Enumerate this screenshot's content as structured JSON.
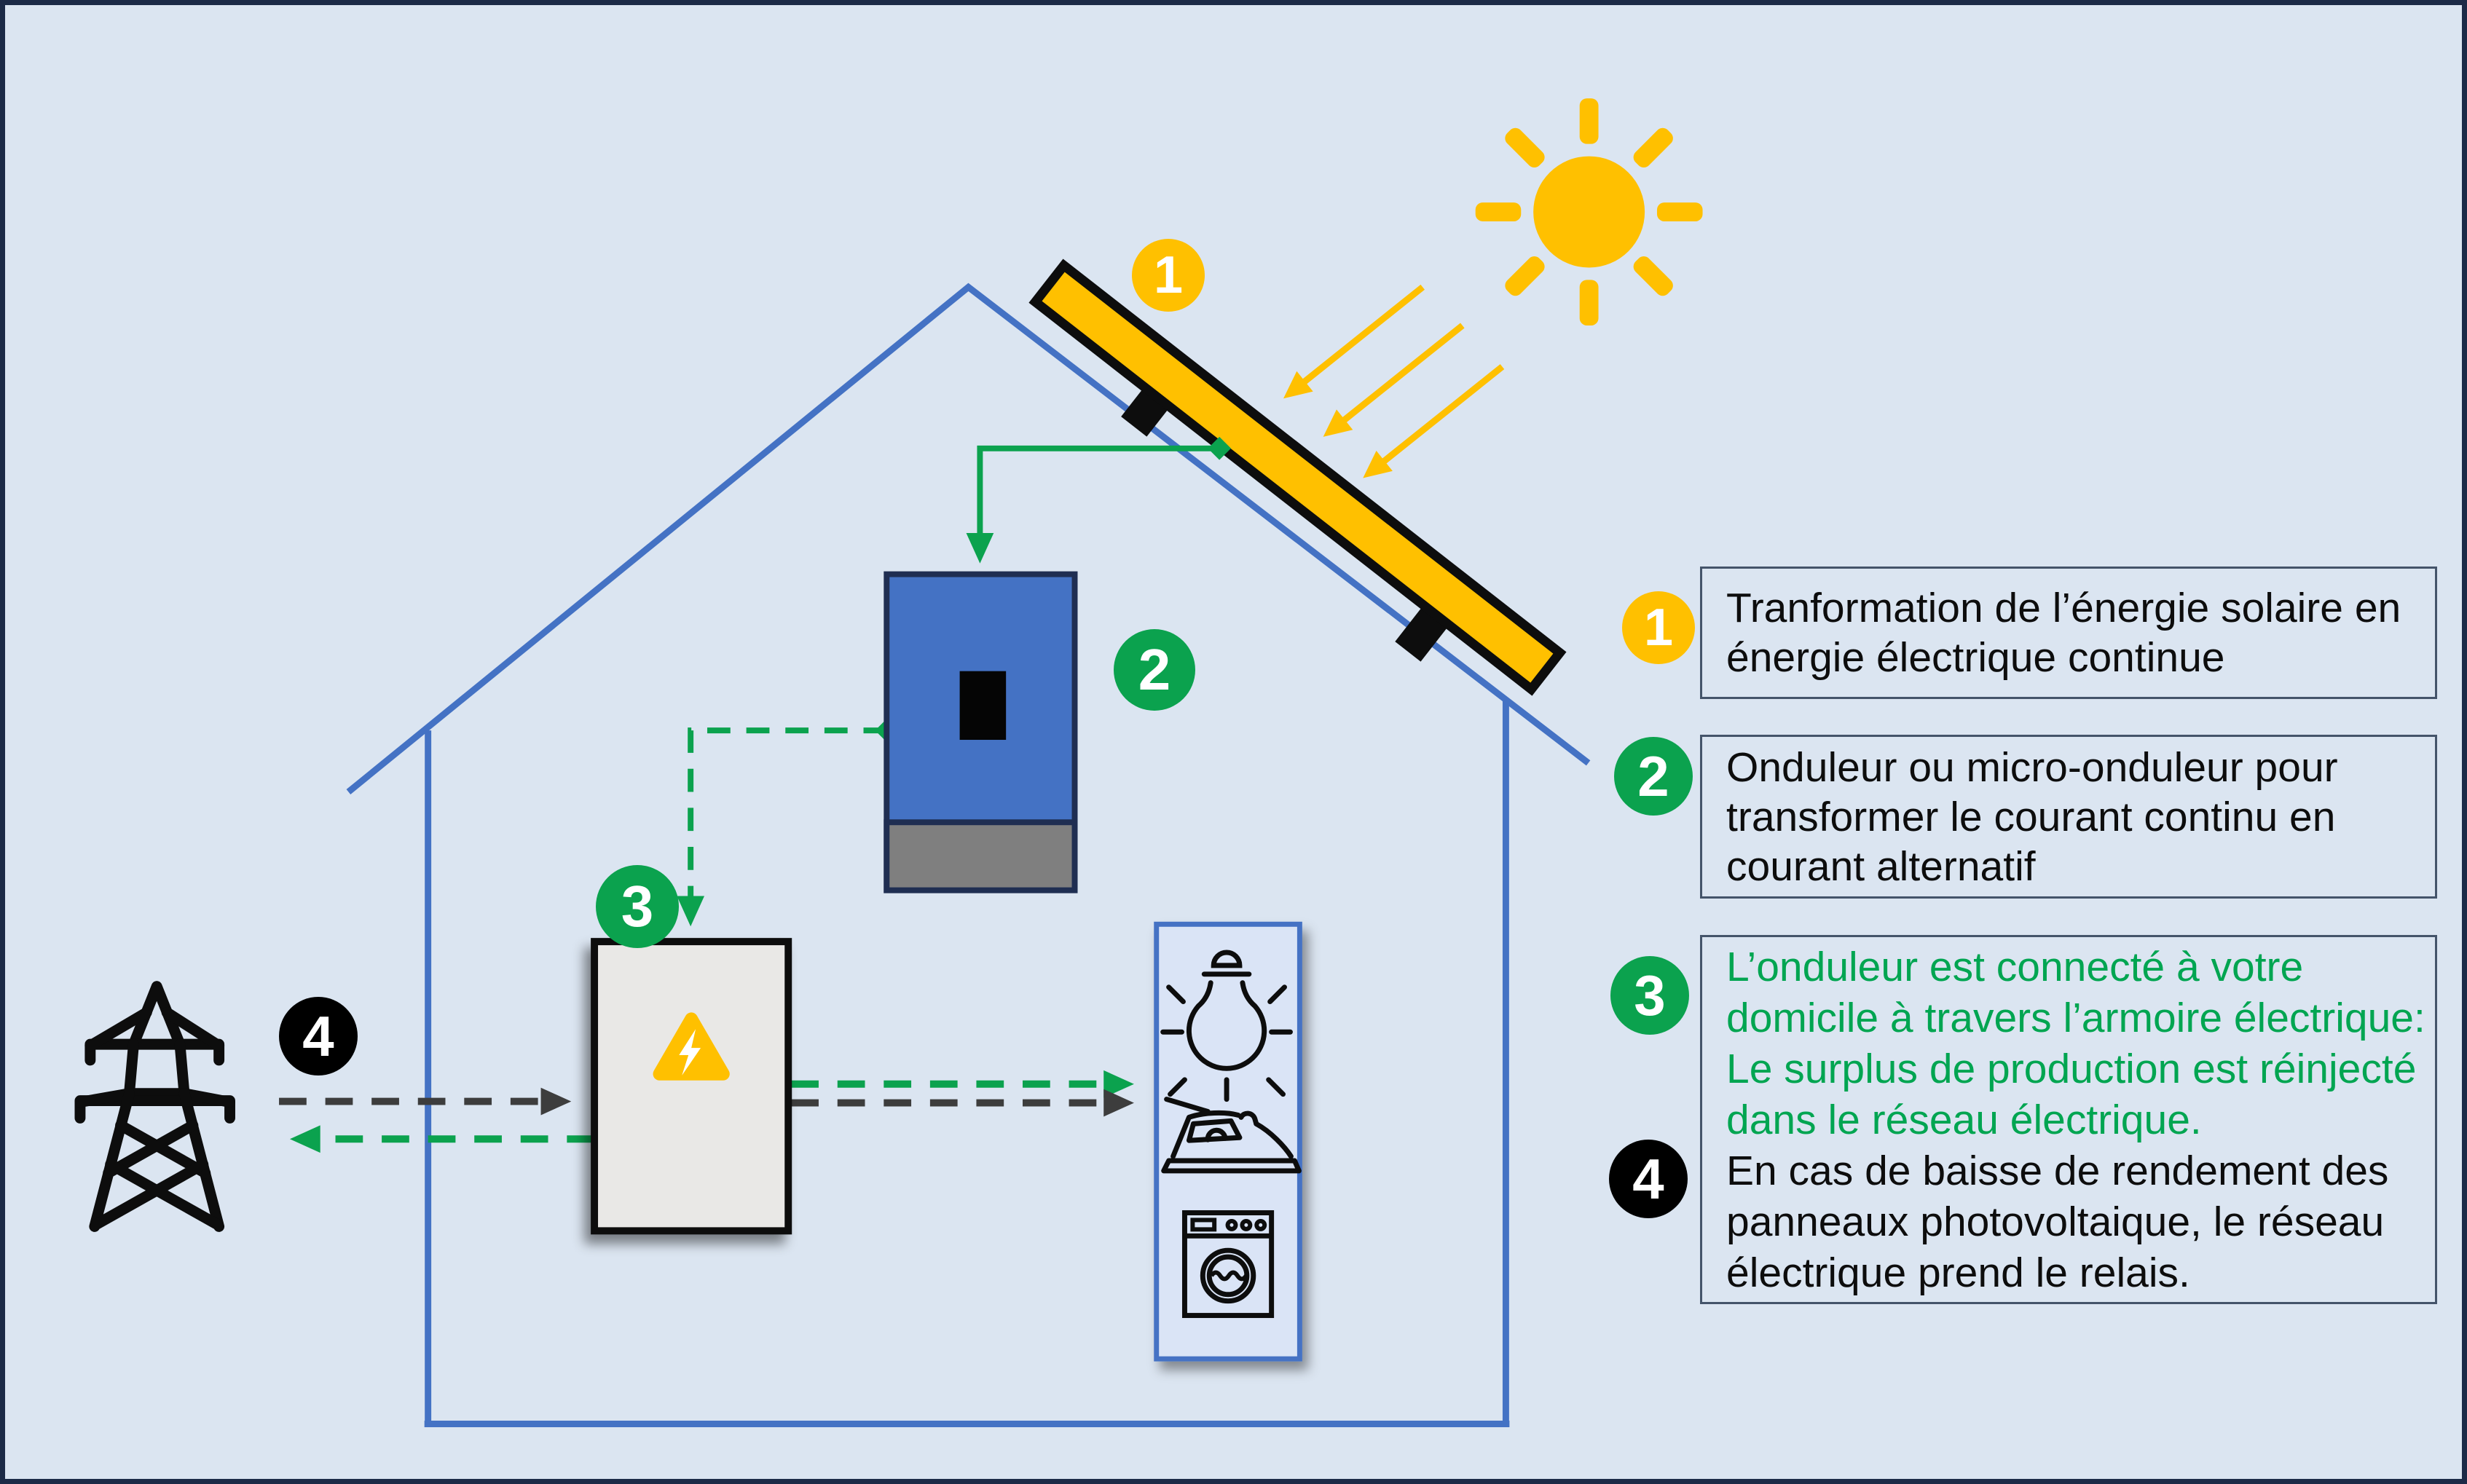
{
  "theme": {
    "bg": "#dbe5f1",
    "frame": "#1c2a47",
    "house_blue": "#4472c4",
    "gold": "#ffc000",
    "green": "#0ba24e",
    "greentext": "#00a551",
    "darkline": "#3d3d3d",
    "boxborder": "#44546a",
    "inverter_border": "#1f2e52",
    "inverter_gray": "#7f7f7f",
    "cabinet_fill": "#e9e8e6",
    "appliance_panel_fill": "#dae4f6",
    "icon_black": "#0d0d0d"
  },
  "diagram": {
    "badges": [
      {
        "number": "1",
        "color": "gold",
        "meaning": "solar-panel"
      },
      {
        "number": "2",
        "color": "green",
        "meaning": "inverter"
      },
      {
        "number": "3",
        "color": "green",
        "meaning": "electrical-cabinet"
      },
      {
        "number": "4",
        "color": "black",
        "meaning": "grid-pylon"
      }
    ]
  },
  "legend": {
    "items": [
      {
        "number": "1",
        "badge_color": "gold",
        "lines": [
          "Tranformation de l’énergie solaire en",
          "énergie électrique continue"
        ]
      },
      {
        "number": "2",
        "badge_color": "green",
        "lines": [
          "Onduleur ou micro-onduleur pour",
          "transformer le courant continu en",
          "courant alternatif"
        ]
      },
      {
        "number": "3",
        "badge_color": "green",
        "green_lines": [
          "L’onduleur est connecté à votre",
          "domicile à travers l’armoire électrique:",
          "Le surplus de production est réinjecté",
          "dans le réseau électrique."
        ],
        "number2": "4",
        "badge2_color": "black",
        "black_lines": [
          "En cas de baisse de rendement des",
          "panneaux photovoltaique, le réseau",
          "électrique prend le relais."
        ]
      }
    ]
  }
}
